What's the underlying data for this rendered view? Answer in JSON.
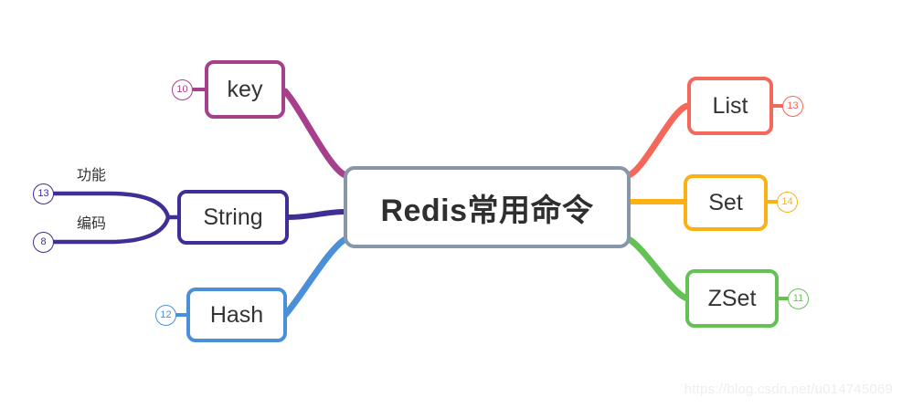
{
  "diagram": {
    "type": "mind-map",
    "root": {
      "label": "Redis常用命令",
      "color": "#8896aa"
    },
    "branches": [
      {
        "id": "key",
        "label": "key",
        "badge": "10",
        "color": "#a6408c",
        "side": "left"
      },
      {
        "id": "string",
        "label": "String",
        "badge": "",
        "color": "#3d2f95",
        "side": "left",
        "children": [
          {
            "id": "gongneng",
            "label": "功能",
            "badge": "13"
          },
          {
            "id": "bianma",
            "label": "编码",
            "badge": "8"
          }
        ]
      },
      {
        "id": "hash",
        "label": "Hash",
        "badge": "12",
        "color": "#4a90d9",
        "side": "left"
      },
      {
        "id": "list",
        "label": "List",
        "badge": "13",
        "color": "#f4685b",
        "side": "right"
      },
      {
        "id": "set",
        "label": "Set",
        "badge": "14",
        "color": "#fbb114",
        "side": "right"
      },
      {
        "id": "zset",
        "label": "ZSet",
        "badge": "11",
        "color": "#63c martinez"
      }
    ]
  },
  "nodes": {
    "root_label": "Redis常用命令",
    "key_label": "key",
    "key_badge": "10",
    "string_label": "String",
    "string_child_1_label": "功能",
    "string_child_1_badge": "13",
    "string_child_2_label": "编码",
    "string_child_2_badge": "8",
    "hash_label": "Hash",
    "hash_badge": "12",
    "list_label": "List",
    "list_badge": "13",
    "set_label": "Set",
    "set_badge": "14",
    "zset_label": "ZSet",
    "zset_badge": "11"
  },
  "colors": {
    "root": "#8896aa",
    "key": "#a6408c",
    "string": "#3d2f95",
    "hash": "#4a90d9",
    "list": "#f4685b",
    "set": "#fbb114",
    "zset": "#63c253"
  },
  "watermark": {
    "text": "https://blog.csdn.net/u014745069"
  }
}
